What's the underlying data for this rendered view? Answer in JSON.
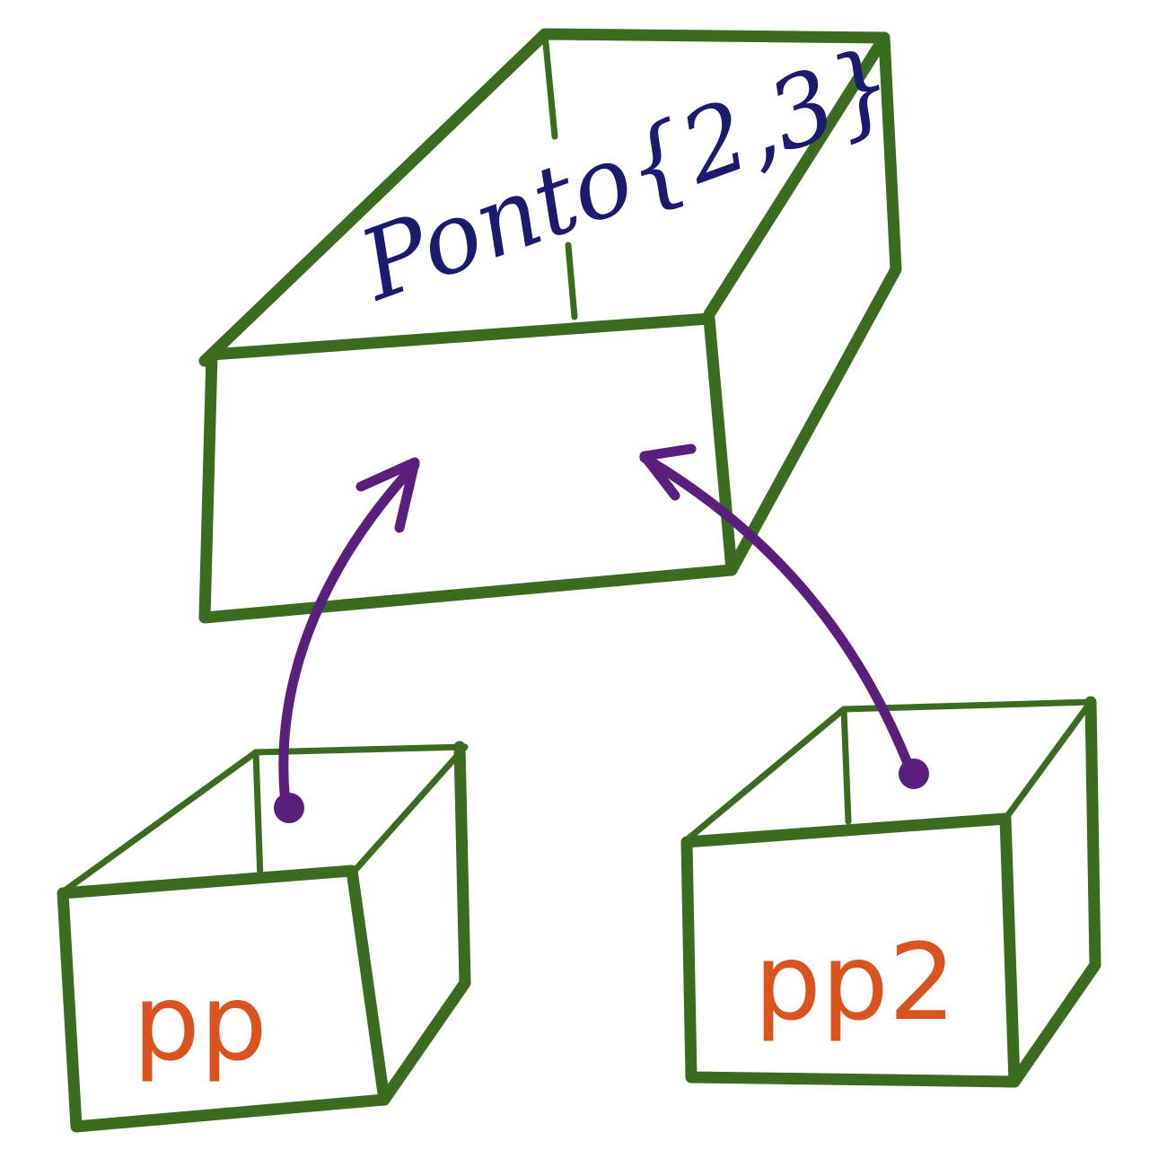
{
  "colors": {
    "box_stroke": "#3a6b1e",
    "arrow": "#5a1f7a",
    "object_label": "#1a1a6e",
    "reference_label": "#d9531e",
    "background": "#ffffff"
  },
  "object": {
    "label": "Ponto{2,3}"
  },
  "references": [
    {
      "label": "pp"
    },
    {
      "label": "pp2"
    }
  ]
}
